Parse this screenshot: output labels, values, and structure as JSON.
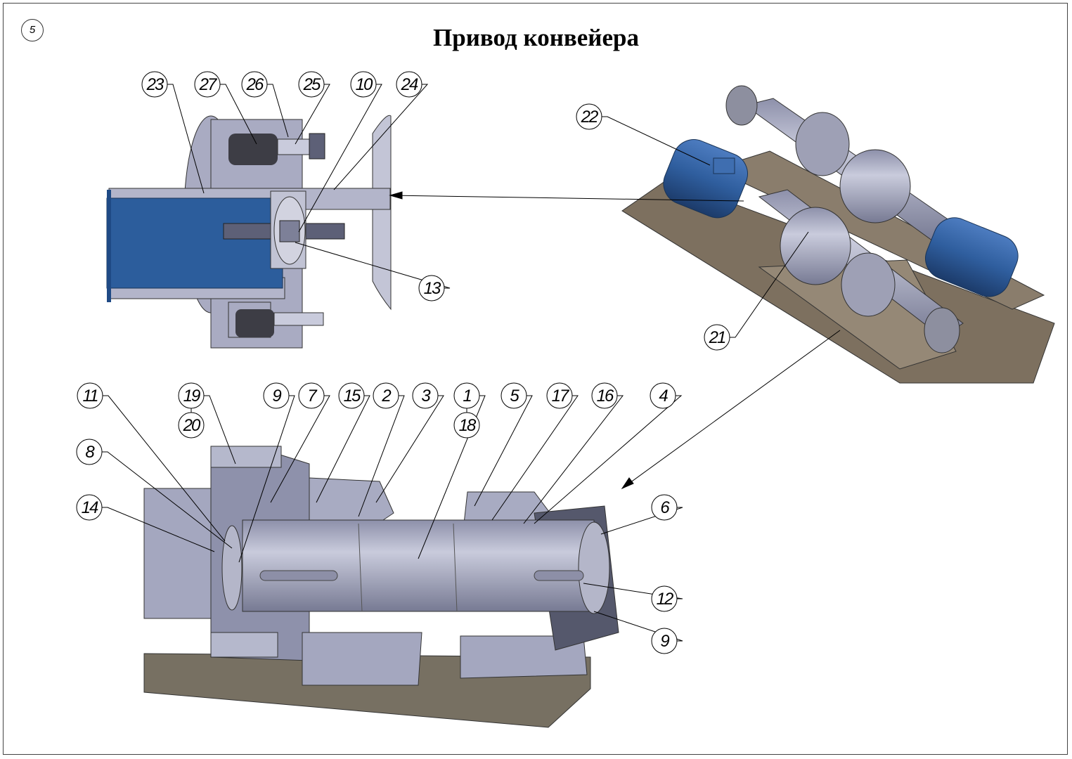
{
  "page_number": "5",
  "title": "Привод конвейера",
  "callouts": {
    "detail_view": [
      "23",
      "27",
      "26",
      "25",
      "10",
      "24",
      "13"
    ],
    "overview": [
      "22",
      "21"
    ],
    "section_view": [
      "11",
      "19",
      "20",
      "9",
      "7",
      "15",
      "2",
      "3",
      "1",
      "18",
      "5",
      "17",
      "16",
      "4",
      "8",
      "14",
      "6",
      "12",
      "9"
    ]
  },
  "colors": {
    "metal": "#a7aac3",
    "metal_dark": "#5d6077",
    "motor_blue": "#2f5e9e",
    "frame": "#6e6658"
  }
}
